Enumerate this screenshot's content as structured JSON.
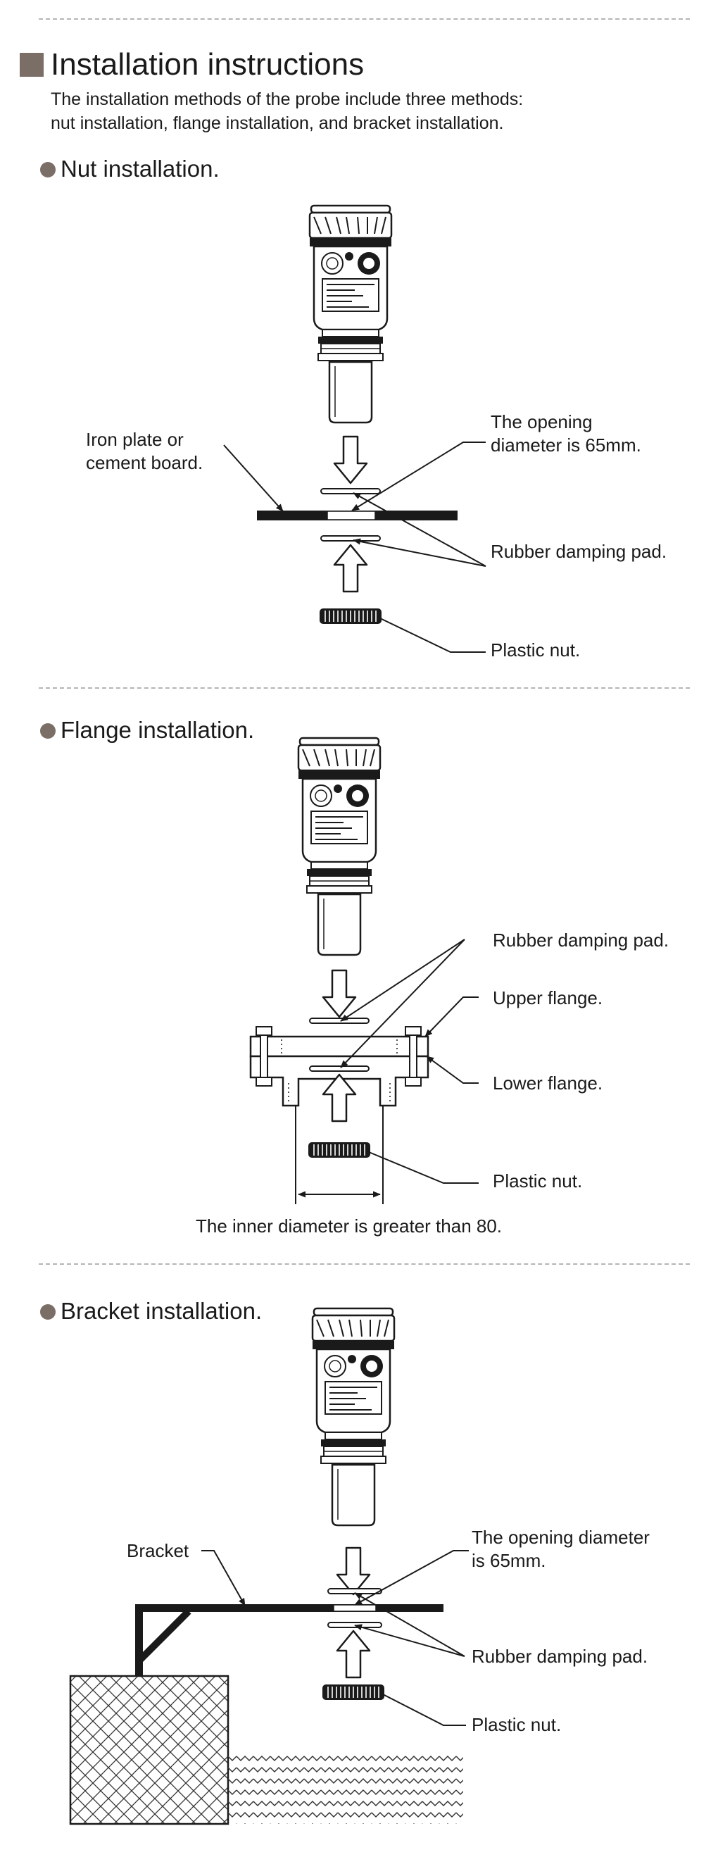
{
  "header": {
    "title": "Installation instructions",
    "intro_line1": "The installation methods of the probe include three methods:",
    "intro_line2": "nut installation, flange installation, and bracket installation."
  },
  "nut": {
    "title": "Nut installation.",
    "label_plate_1": "Iron plate or",
    "label_plate_2": "cement board.",
    "label_opening_1": "The opening",
    "label_opening_2": "diameter is 65mm.",
    "label_pad": "Rubber damping pad.",
    "label_nut": "Plastic nut."
  },
  "flange": {
    "title": "Flange installation.",
    "label_pad": "Rubber damping pad.",
    "label_upper": "Upper flange.",
    "label_lower": "Lower flange.",
    "label_nut": "Plastic nut.",
    "caption": "The inner diameter is greater than 80."
  },
  "bracket": {
    "title": "Bracket installation.",
    "label_bracket": "Bracket",
    "label_opening_1": "The opening diameter",
    "label_opening_2": "is 65mm.",
    "label_pad": "Rubber damping pad.",
    "label_nut": "Plastic nut."
  },
  "colors": {
    "accent": "#7b6e66",
    "line": "#1a1a1a",
    "divider": "#b5b5b5"
  }
}
